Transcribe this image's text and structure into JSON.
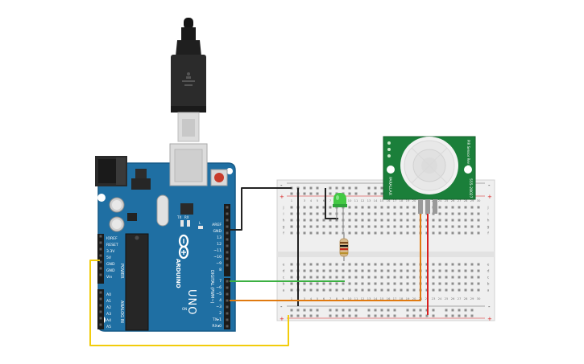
{
  "board": {
    "brand": "ARDUINO",
    "model": "UNO",
    "power_header_title": "POWER",
    "analog_header_title": "ANALOG IN",
    "digital_header_title": "DIGITAL (PWM~)",
    "power_pins": [
      "IOREF",
      "RESET",
      "3.3V",
      "5V",
      "GND",
      "GND",
      "Vin"
    ],
    "analog_pins": [
      "A0",
      "A1",
      "A2",
      "A3",
      "A4",
      "A5"
    ],
    "digital_pins_top": [
      "AREF",
      "GND",
      "13",
      "12",
      "~11",
      "~10",
      "~9",
      "8"
    ],
    "digital_pins_bottom": [
      "7",
      "~6",
      "~5",
      "4",
      "~3",
      "2",
      "TX▸1",
      "RX◂0"
    ],
    "led_labels": [
      "TX",
      "RX",
      "L",
      "ON"
    ]
  },
  "breadboard": {
    "columns": [
      "1",
      "2",
      "3",
      "4",
      "5",
      "6",
      "7",
      "8",
      "9",
      "10",
      "11",
      "12",
      "13",
      "14",
      "15",
      "16",
      "17",
      "18",
      "19",
      "20",
      "21",
      "22",
      "23",
      "24",
      "25",
      "26",
      "27",
      "28",
      "29",
      "30"
    ],
    "rows_top": [
      "j",
      "i",
      "h",
      "g",
      "f"
    ],
    "rows_bottom": [
      "e",
      "d",
      "c",
      "b",
      "a"
    ],
    "rail_plus": "+",
    "rail_minus": "-"
  },
  "pir_sensor": {
    "left_text": "PARALLAX",
    "right_text": "555-28027",
    "tag_text": "PIR Sensor Rev B"
  },
  "colors": {
    "board_blue": "#1f6fa3",
    "wire_black": "#222222",
    "wire_green": "#3cb043",
    "wire_orange": "#e07a10",
    "wire_red": "#d81e1e",
    "wire_yellow": "#f2cc0c",
    "pcb_green": "#1b7f3a",
    "led_green": "#43c943"
  }
}
